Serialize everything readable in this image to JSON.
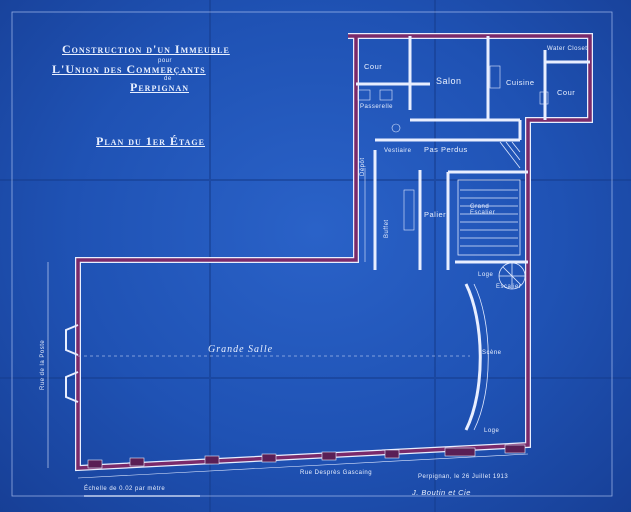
{
  "title": {
    "line1": "Construction d'un Immeuble",
    "pour": "pour",
    "line2": "L'Union des Commerçants",
    "de": "de",
    "line3": "Perpignan"
  },
  "plan_title": "Plan du 1er Étage",
  "rooms": {
    "cour_left": "Cour",
    "salon": "Salon",
    "cuisine": "Cuisine",
    "cour_right": "Cour",
    "water_closet": "Water Closet",
    "passerelle": "Passerelle",
    "vestiaire": "Vestiaire",
    "dépôt": "Dépôt",
    "pas_perdus": "Pas Perdus",
    "buffet": "Buffet",
    "palier": "Palier",
    "grand_escalier": "Grand Escalier",
    "loge_top": "Loge",
    "escalier": "Escalier",
    "grande_salle": "Grande Salle",
    "scene": "Scène",
    "loge_bottom": "Loge"
  },
  "street": {
    "rue_bottom": "Rue Desprès Gascaing",
    "rue_left": "Rue de la Poste"
  },
  "scale_label": "Échelle de 0.02 par mètre",
  "signature": {
    "date": "Perpignan, le 26 Juillet 1913",
    "name": "J. Boutin et Cie"
  }
}
